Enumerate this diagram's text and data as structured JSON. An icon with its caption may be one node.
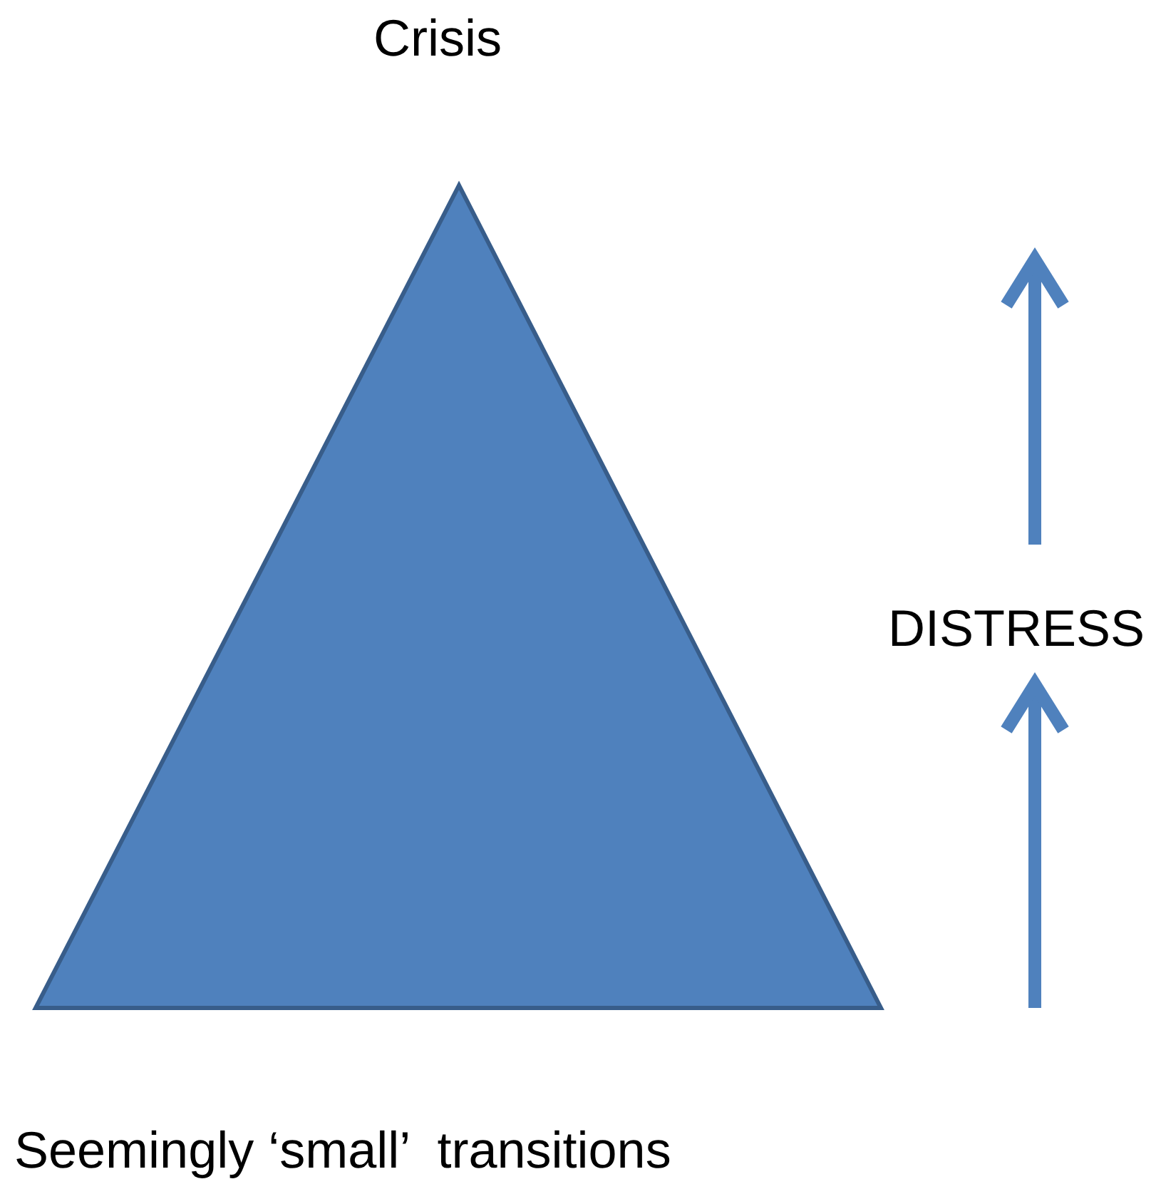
{
  "diagram": {
    "labels": [
      "Crisis",
      "DISTRESS",
      "Seemingly ‘small’  transitions"
    ]
  }
}
